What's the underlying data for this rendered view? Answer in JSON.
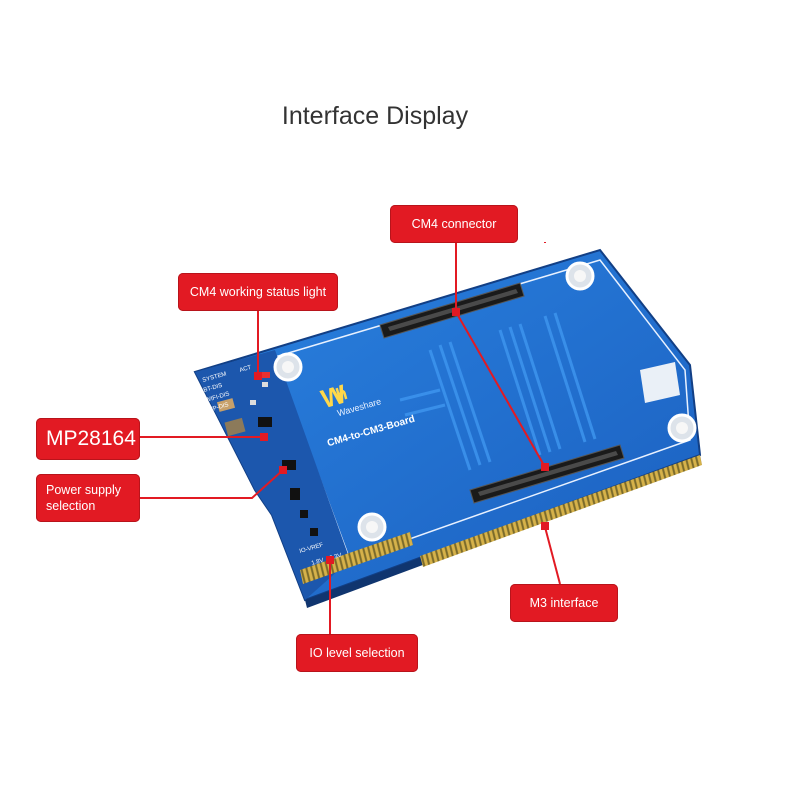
{
  "title": "Interface Display",
  "board": {
    "brand": "Waveshare",
    "model": "CM4-to-CM3-Board",
    "silkscreen_labels": [
      "SYSTEM",
      "ACT",
      "BT-DIS",
      "WIFI-DIS",
      "WP-DIS",
      "IO-VREF",
      "1.8V",
      "3.3V"
    ]
  },
  "callouts": {
    "cm4_connector": "CM4 connector",
    "cm4_status_light": "CM4 working status light",
    "mp28164": "MP28164",
    "power_supply": "Power supply selection",
    "m3_interface": "M3 interface",
    "io_level": "IO level selection"
  },
  "colors": {
    "callout_bg": "#e21a23",
    "callout_text": "#ffffff",
    "pcb_blue": "#1f6fd0",
    "pcb_dark": "#173f8a",
    "gold": "#c9a23a"
  }
}
